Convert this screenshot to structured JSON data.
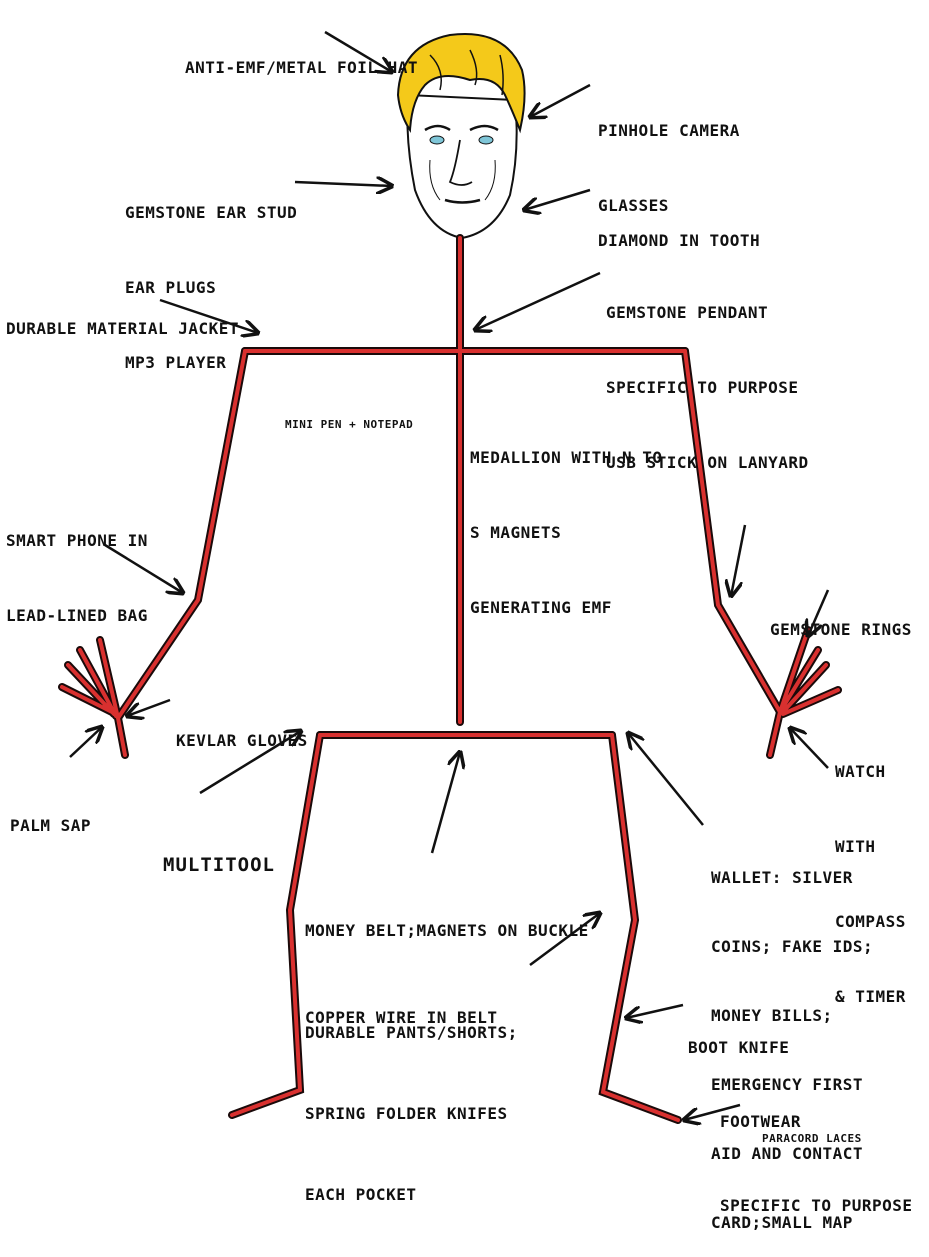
{
  "labels": {
    "hat": "ANTI-EMF/METAL FOIL HAT",
    "glasses": [
      "PINHOLE CAMERA",
      "GLASSES"
    ],
    "ear": [
      "GEMSTONE EAR STUD",
      "EAR PLUGS",
      "MP3 PLAYER"
    ],
    "tooth": "DIAMOND IN TOOTH",
    "jacket": "DURABLE MATERIAL JACKET",
    "pendant": [
      "GEMSTONE PENDANT",
      "SPECIFIC TO PURPOSE",
      "USB STICK ON LANYARD"
    ],
    "pen": "MINI PEN + NOTEPAD",
    "medallion": [
      "MEDALLION WITH N TO",
      "S MAGNETS",
      "GENERATING EMF"
    ],
    "phone": [
      "SMART PHONE IN",
      "LEAD-LINED BAG"
    ],
    "rings": "GEMSTONE RINGS",
    "gloves": "KEVLAR GLOVES",
    "sap": "PALM SAP",
    "watch": [
      "WATCH",
      "WITH",
      "COMPASS",
      "& TIMER"
    ],
    "multitool": "MULTITOOL",
    "wallet": [
      "WALLET: SILVER",
      "COINS; FAKE IDS;",
      "MONEY BILLS;",
      "EMERGENCY FIRST",
      "AID AND CONTACT",
      "CARD;SMALL MAP"
    ],
    "belt": [
      "MONEY BELT;MAGNETS ON BUCKLE",
      "COPPER WIRE IN BELT"
    ],
    "pants": [
      "DURABLE PANTS/SHORTS;",
      "SPRING FOLDER KNIFES",
      "EACH POCKET"
    ],
    "boot": "BOOT KNIFE",
    "footwear": [
      "FOOTWEAR",
      "SPECIFIC TO PURPOSE"
    ],
    "laces": "PARACORD LACES"
  },
  "colors": {
    "limb_outline": "#1a0a0a",
    "limb_fill": "#d9302f",
    "hair": "#f4c91a",
    "eyes": "#7fc6d8",
    "arrow": "#111111"
  },
  "icons": [
    "head-illustration",
    "arrow-icon"
  ]
}
